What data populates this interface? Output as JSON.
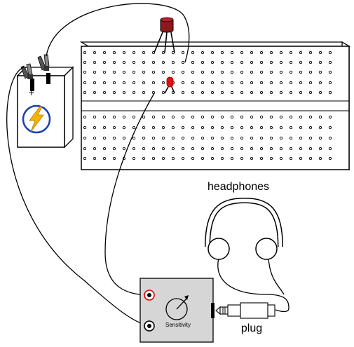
{
  "labels": {
    "headphones": "headphones",
    "plug": "plug",
    "sensitivity": "Sensitivity",
    "battery_plus": "+",
    "battery_minus": "-"
  },
  "colors": {
    "battery_red_terminal": "#cc0000",
    "bolt_yellow": "#f5b400",
    "bolt_ring_blue": "#1a3fb0",
    "led_red": "#e01010",
    "transistor_body": "#8b1a1a",
    "detector_box": "#d6d6d6",
    "jack_ring_red": "#e00000"
  },
  "icons": [
    "lightning-bolt-icon",
    "alligator-clip-icon",
    "knob-icon",
    "phone-plug-icon",
    "headphones-icon"
  ]
}
